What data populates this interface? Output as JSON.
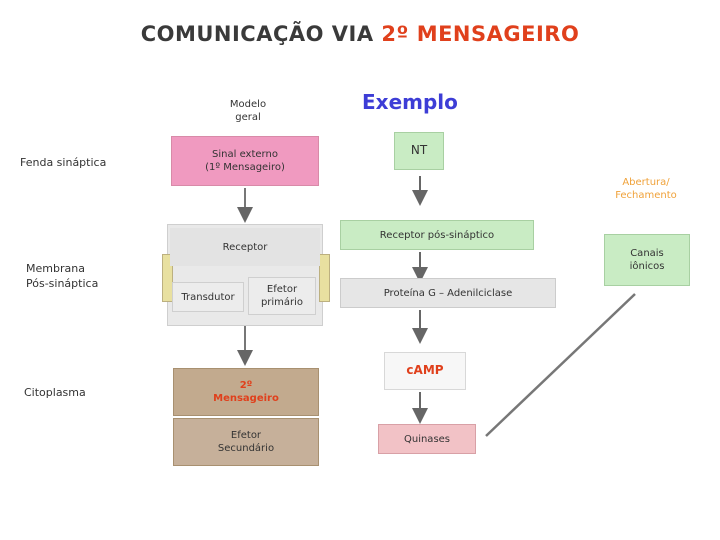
{
  "title": {
    "prefix": "COMUNICAÇÃO VIA ",
    "highlight": "2º MENSAGEIRO"
  },
  "left_labels": {
    "fenda": "Fenda sináptica",
    "membrana_line1": "Membrana",
    "membrana_line2": "Pós-sináptica",
    "citoplasma": "Citoplasma"
  },
  "top_label": {
    "line1": "Modelo",
    "line2": "geral"
  },
  "general_model": {
    "signal_line1": "Sinal externo",
    "signal_line2": "(1º Mensageiro)",
    "receptor": "Receptor",
    "transdutor": "Transdutor",
    "efetor_line1": "Efetor",
    "efetor_line2": "primário",
    "second_line1": "2º",
    "second_line2": "Mensageiro",
    "efetor2_line1": "Efetor",
    "efetor2_line2": "Secundário"
  },
  "example": {
    "title": "Exemplo",
    "nt": "NT",
    "receptor_pos": "Receptor pós-sináptico",
    "proteina": "Proteína G – Adenilciclase",
    "camp": "cAMP",
    "quinases": "Quinases"
  },
  "right": {
    "notes_line1": "Abertura/",
    "notes_line2": "Fechamento",
    "canais_line1": "Canais",
    "canais_line2": "iônicos"
  },
  "colors": {
    "pink": "#f09ac0",
    "green_fill": "#c9ecc4",
    "grey_fill": "#e6e6e6",
    "tan": "#c2aa8e",
    "camp_text": "#e0401c",
    "example_title": "#3d3dd6",
    "notes_text": "#f0a23a"
  }
}
